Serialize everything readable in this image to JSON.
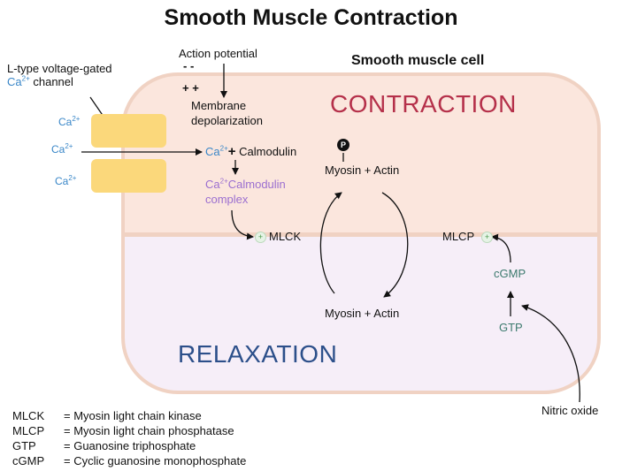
{
  "title": "Smooth Muscle Contraction",
  "cell_label": "Smooth muscle cell",
  "contraction_label": "CONTRACTION",
  "relaxation_label": "RELAXATION",
  "channel_label_line1": "L-type voltage-gated",
  "channel_label_ion": "Ca",
  "channel_label_ion_charge": "2+",
  "channel_label_line2": " channel",
  "action_potential": "Action potential",
  "minus_signs": "-  -",
  "plus_signs": "+ +",
  "membrane_line1": "Membrane",
  "membrane_line2": "depolarization",
  "ion": "Ca",
  "ion_charge": "2+",
  "calmodulin_plus": "+",
  "calmodulin": "Calmodulin",
  "complex_line1": "Calmodulin",
  "complex_line2": "complex",
  "mlck": "MLCK",
  "mlcp": "MLCP",
  "cgmp": "cGMP",
  "gtp": "GTP",
  "nitric_oxide": "Nitric oxide",
  "phospho": "P",
  "myosin_actin_top": "Myosin + Actin",
  "myosin_actin_bottom": "Myosin + Actin",
  "plus_marker": "+",
  "legend": [
    {
      "abbr": "MLCK",
      "def": "= Myosin light chain kinase"
    },
    {
      "abbr": "MLCP",
      "def": "= Myosin light chain phosphatase"
    },
    {
      "abbr": "GTP",
      "def": "= Guanosine triphosphate"
    },
    {
      "abbr": "cGMP",
      "def": "= Cyclic guanosine monophosphate"
    }
  ],
  "colors": {
    "contraction_fill": "#fbe6dd",
    "relaxation_fill": "#f6eef8",
    "cell_border": "#f0d2c3",
    "channel": "#fbd87b",
    "ion_blue": "#3a87c8",
    "complex_purple": "#9b6fd0",
    "contraction_red": "#b5304a",
    "relaxation_blue": "#2c4f8a"
  }
}
